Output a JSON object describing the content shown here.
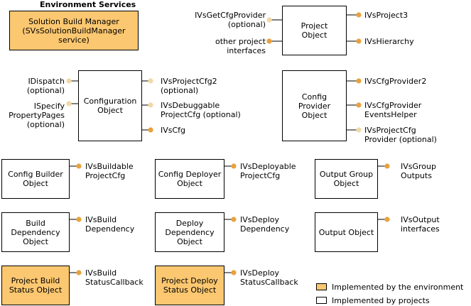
{
  "header": {
    "title": "Environment Services"
  },
  "colors": {
    "implemented_by_environment": "#FBC770",
    "implemented_by_projects": "#FFFFFF",
    "interface_dot": "#F0D9A8",
    "interface_dot_bold": "#E8A23C",
    "line": "#000000"
  },
  "objects": [
    {
      "label": "Solution Build Manager\n(SVsSolutionBuildManager\nservice)",
      "impl": "environment"
    },
    {
      "label": "Project\nObject",
      "impl": "projects"
    },
    {
      "label": "Configuration\nObject",
      "impl": "projects"
    },
    {
      "label": "Config\nProvider\nObject",
      "impl": "projects"
    },
    {
      "label": "Config Builder\nObject",
      "impl": "projects"
    },
    {
      "label": "Config Deployer\nObject",
      "impl": "projects"
    },
    {
      "label": "Output Group\nObject",
      "impl": "projects"
    },
    {
      "label": "Build\nDependency\nObject",
      "impl": "projects"
    },
    {
      "label": "Deploy\nDependency\nObject",
      "impl": "projects"
    },
    {
      "label": "Output Object",
      "impl": "projects"
    },
    {
      "label": "Project Build\nStatus Object",
      "impl": "environment"
    },
    {
      "label": "Project Deploy\nStatus Object",
      "impl": "environment"
    }
  ],
  "interfaces": [
    {
      "label": "IVsGetCfgProvider\n(optional)",
      "object": "Project Object",
      "optional": true
    },
    {
      "label": "other project\ninterfaces",
      "object": "Project Object",
      "optional": false
    },
    {
      "label": "IVsProject3",
      "object": "Project Object",
      "optional": false
    },
    {
      "label": "IVsHierarchy",
      "object": "Project Object",
      "optional": false
    },
    {
      "label": "IDispatch\n(optional)",
      "object": "Configuration Object",
      "optional": true
    },
    {
      "label": "ISpecify\nPropertyPages\n(optional)",
      "object": "Configuration Object",
      "optional": true
    },
    {
      "label": "IVsProjectCfg2\n(optional)",
      "object": "Configuration Object",
      "optional": true
    },
    {
      "label": "IVsDebuggable\nProjectCfg (optional)",
      "object": "Configuration Object",
      "optional": true
    },
    {
      "label": "IVsCfg",
      "object": "Configuration Object",
      "optional": false
    },
    {
      "label": "IVsCfgProvider2",
      "object": "Config Provider Object",
      "optional": false
    },
    {
      "label": "IVsCfgProvider\nEventsHelper",
      "object": "Config Provider Object",
      "optional": false
    },
    {
      "label": "IVsProjectCfg\nProvider (optional)",
      "object": "Config Provider Object",
      "optional": true
    },
    {
      "label": "IVsBuildable\nProjectCfg",
      "object": "Config Builder Object",
      "optional": false
    },
    {
      "label": "IVsDeployable\nProjectCfg",
      "object": "Config Deployer Object",
      "optional": false
    },
    {
      "label": "IVsGroup\nOutputs",
      "object": "Output Group Object",
      "optional": false
    },
    {
      "label": "IVsBuild\nDependency",
      "object": "Build Dependency Object",
      "optional": false
    },
    {
      "label": "IVsDeploy\nDependency",
      "object": "Deploy Dependency Object",
      "optional": false
    },
    {
      "label": "IVsOutput\ninterfaces",
      "object": "Output Object",
      "optional": false
    },
    {
      "label": "IVsBuild\nStatusCallback",
      "object": "Project Build Status Object",
      "optional": false
    },
    {
      "label": "IVsDeploy\nStatusCallback",
      "object": "Project Deploy Status Object",
      "optional": false
    }
  ],
  "legend": [
    {
      "label": "Implemented by the environment",
      "swatch": "#FBC770"
    },
    {
      "label": "Implemented by projects",
      "swatch": "#FFFFFF"
    }
  ]
}
